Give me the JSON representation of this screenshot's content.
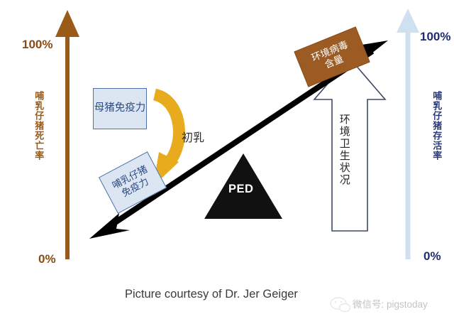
{
  "figure": {
    "title_caption": "Picture courtesy of Dr. Jer Geiger",
    "watermark": "微信号: pigstoday",
    "watermark_icon": "wechat-bubble-icon"
  },
  "axes": {
    "left": {
      "label": "哺乳仔猪死亡率",
      "top_tick": "100%",
      "bottom_tick": "0%",
      "color": "#9a5a18",
      "direction": "up",
      "icon": "up-arrow-icon"
    },
    "right": {
      "label": "哺乳仔猪存活率",
      "top_tick": "100%",
      "bottom_tick": "0%",
      "color": "#cfe0f0",
      "label_color": "#2b3a78",
      "direction": "up",
      "icon": "up-arrow-icon"
    }
  },
  "elements": {
    "sow_immunity": {
      "label": "母猪免疫力",
      "fill": "#dce6f2",
      "stroke": "#4f73a8"
    },
    "piglet_immunity": {
      "label": "哺乳仔猪\n免疫力",
      "line1": "哺乳仔猪",
      "line2": "免疫力",
      "fill": "#dce6f2",
      "stroke": "#4f73a8"
    },
    "virus_load": {
      "line1": "环境病毒",
      "line2": "含量",
      "fill": "#9c5b23",
      "text_color": "#ffffff"
    },
    "colostrum": {
      "label": "初乳",
      "arrow_color": "#e8ab1d",
      "arrow_icon": "curved-arrow-icon"
    },
    "ped": {
      "label": "PED",
      "fill": "#111111",
      "shape": "triangle"
    },
    "hygiene": {
      "label": "环境卫生状况",
      "shape": "hollow-up-arrow",
      "stroke": "#3c4a63",
      "fill": "#ffffff"
    },
    "diagonal": {
      "icon": "double-headed-diagonal-arrow-icon",
      "color": "#000000"
    }
  },
  "chart_data": {
    "type": "diagram",
    "title": "PED piglet mortality vs environmental virus load conceptual diagram",
    "axis_left": {
      "name": "哺乳仔猪死亡率",
      "range": [
        "0%",
        "100%"
      ],
      "direction": "increasing upward"
    },
    "axis_right": {
      "name": "哺乳仔猪存活率",
      "range": [
        "0%",
        "100%"
      ],
      "direction": "increasing upward"
    },
    "annotations": [
      "母猪免疫力",
      "初乳",
      "哺乳仔猪免疫力",
      "PED",
      "环境病毒含量",
      "环境卫生状况"
    ],
    "relationship": "Diagonal double-headed arrow from lower-left (low survival / high mortality) to upper-right (high survival / low mortality)"
  }
}
